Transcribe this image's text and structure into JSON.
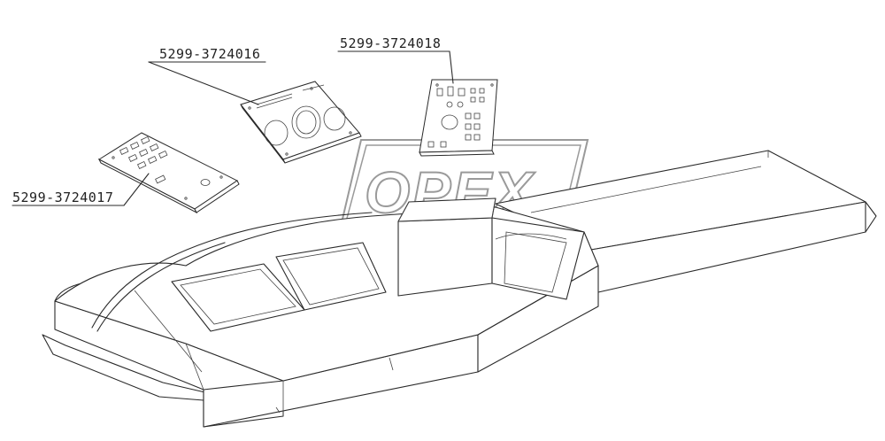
{
  "callouts": [
    {
      "id": "panel-left",
      "label": "5299-3724017"
    },
    {
      "id": "panel-middle",
      "label": "5299-3724016"
    },
    {
      "id": "panel-right",
      "label": "5299-3724018"
    }
  ],
  "watermark": {
    "text": "OPEX"
  },
  "colors": {
    "line": "#2a2a2a",
    "background": "#ffffff",
    "watermark_outline": "#9a9a9a"
  }
}
